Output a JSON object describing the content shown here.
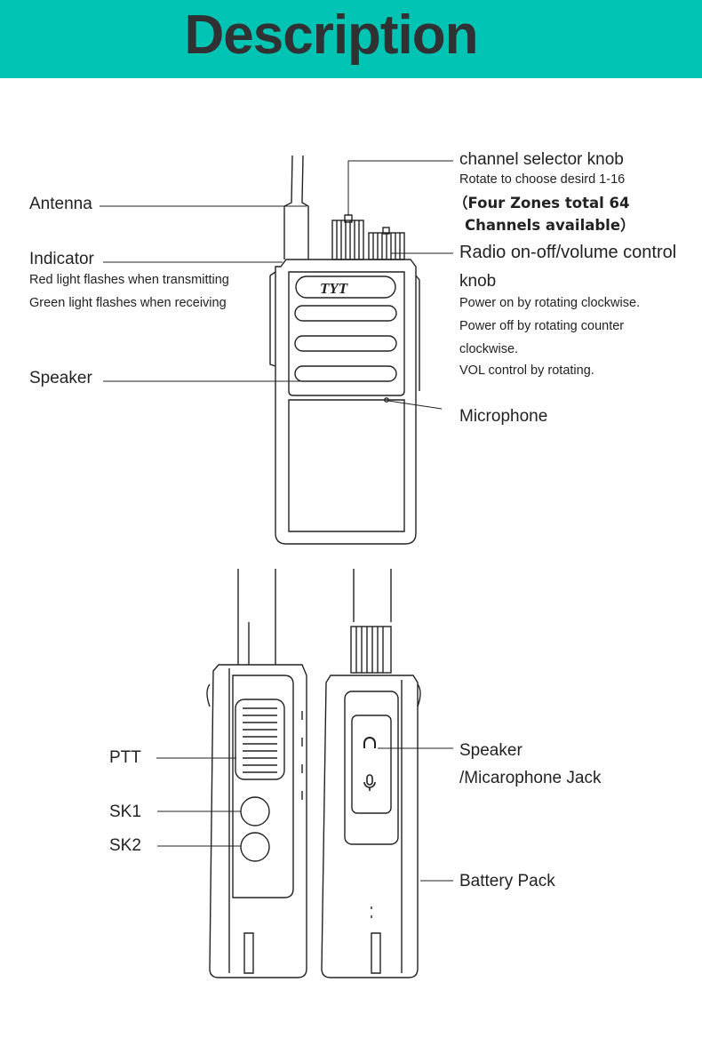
{
  "header": {
    "title": "Description"
  },
  "front": {
    "antenna": "Antenna",
    "indicator": "Indicator",
    "indicator_red": "Red light flashes when transmitting",
    "indicator_green": "Green light flashes when receiving",
    "speaker": "Speaker",
    "channel_knob": "channel selector knob",
    "channel_desc": "Rotate to choose desird 1-16",
    "channel_zones_1": "（Four Zones total 64",
    "channel_zones_2": "Channels available）",
    "volume_knob_1": "Radio on-off/volume control",
    "volume_knob_2": "knob",
    "volume_desc_1": "Power on by rotating clockwise.",
    "volume_desc_2": "Power off by rotating counter",
    "volume_desc_3": "clockwise.",
    "volume_desc_4": "VOL control by rotating.",
    "microphone": "Microphone",
    "logo": "TYT"
  },
  "sides": {
    "ptt": "PTT",
    "sk1": "SK1",
    "sk2": "SK2",
    "jack_1": "Speaker",
    "jack_2": "/Micarophone Jack",
    "battery": "Battery Pack"
  }
}
